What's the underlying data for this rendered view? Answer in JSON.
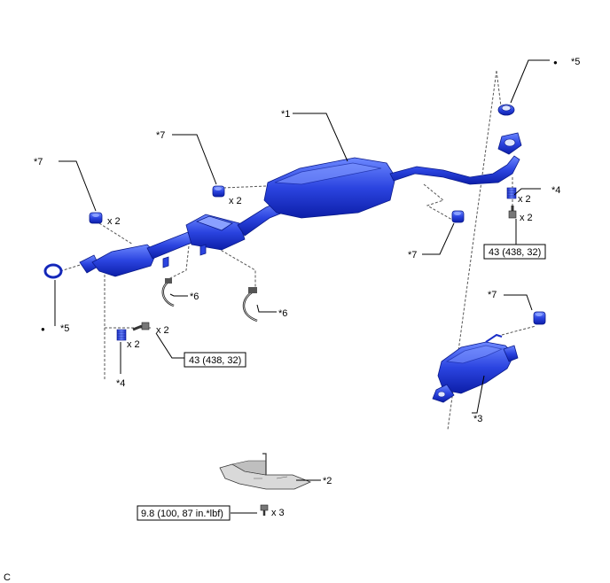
{
  "colors": {
    "part_dark": "#1a2ec8",
    "part_light": "#5a78ff",
    "outline": "#0a1a8a"
  },
  "labels": {
    "part1": "*1",
    "part2": "*2",
    "part3": "*3",
    "part4_left": "*4",
    "part4_right": "*4",
    "part5_left": "*5",
    "part5_right": "*5",
    "part6_a": "*6",
    "part6_b": "*6",
    "part7_left": "*7",
    "part7_top": "*7",
    "part7_mid": "*7",
    "part7_right": "*7",
    "figure_code": "C"
  },
  "quantities": {
    "q_left_hanger": "x 2",
    "q_top_hanger": "x 2",
    "q_left_spring": "x 2",
    "q_left_bolt": "x 2",
    "q_right_spring": "x 2",
    "q_right_bolt": "x 2",
    "q_bottom_bolt": "x 3"
  },
  "torques": {
    "left": "43 (438, 32)",
    "right": "43 (438, 32)",
    "bottom": "9.8 (100, 87 in.*lbf)"
  },
  "markers": {
    "bullet": "●"
  }
}
